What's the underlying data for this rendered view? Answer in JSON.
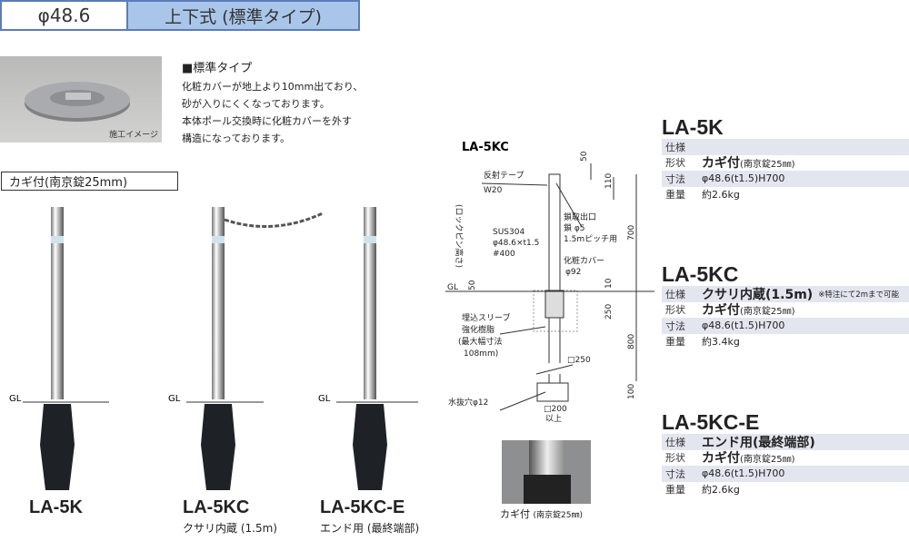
{
  "header": {
    "diameter": "φ48.6",
    "type": "上下式 (標準タイプ)"
  },
  "intro": {
    "photo_caption": "施工イメージ",
    "heading": "■標準タイプ",
    "lines": [
      "化粧カバーが地上より10mm出ており、",
      "砂が入りにくくなっております。",
      "本体ポール交換時に化粧カバーを外す",
      "構造になっております。"
    ]
  },
  "key_label": "カギ付(南京錠25mm)",
  "bollards": [
    {
      "model": "LA-5K",
      "sub": ""
    },
    {
      "model": "LA-5KC",
      "sub": "クサリ内蔵 (1.5m)"
    },
    {
      "model": "LA-5KC-E",
      "sub": "エンド用 (最終端部)"
    }
  ],
  "gl": "GL",
  "diagram": {
    "title": "LA-5KC",
    "tape": "反射テープ",
    "tape_w": "W20",
    "lockpin": "(ロックピン高さ)",
    "material": [
      "SUS304",
      "φ48.6×t1.5",
      "#400"
    ],
    "chain": [
      "鎖取出口",
      "鎖 φ5",
      "1.5mピッチ用"
    ],
    "cover": [
      "化粧カバー",
      "φ92"
    ],
    "sleeve": [
      "埋込スリーブ",
      "強化樹脂",
      "(最大幅寸法",
      "108mm)"
    ],
    "drain": "水抜穴φ12",
    "dims": {
      "d50a": "50",
      "d110": "110",
      "d700": "700",
      "d50b": "50",
      "d10": "10",
      "d250": "250",
      "d800": "800",
      "d100": "100",
      "sq250": "□250",
      "sq200": "□200",
      "ijo": "以上"
    }
  },
  "photo2_caption": "カギ付",
  "photo2_caption_sub": "(南京錠25㎜)",
  "specs": [
    {
      "model": "LA-5K",
      "rows": [
        {
          "k": "仕様",
          "v": "",
          "note": ""
        },
        {
          "k": "形状",
          "v": "カギ付",
          "sub": "(南京錠25㎜)"
        },
        {
          "k": "寸法",
          "v": "φ48.6(t1.5)H700"
        },
        {
          "k": "重量",
          "v": "約2.6kg"
        }
      ]
    },
    {
      "model": "LA-5KC",
      "rows": [
        {
          "k": "仕様",
          "v": "クサリ内蔵(1.5m)",
          "note": "※特注にて2mまで可能"
        },
        {
          "k": "形状",
          "v": "カギ付",
          "sub": "(南京錠25㎜)"
        },
        {
          "k": "寸法",
          "v": "φ48.6(t1.5)H700"
        },
        {
          "k": "重量",
          "v": "約3.4kg"
        }
      ]
    },
    {
      "model": "LA-5KC-E",
      "rows": [
        {
          "k": "仕様",
          "v": "エンド用(最終端部)",
          "note": ""
        },
        {
          "k": "形状",
          "v": "カギ付",
          "sub": "(南京錠25㎜)"
        },
        {
          "k": "寸法",
          "v": "φ48.6(t1.5)H700"
        },
        {
          "k": "重量",
          "v": "約2.6kg"
        }
      ]
    }
  ]
}
